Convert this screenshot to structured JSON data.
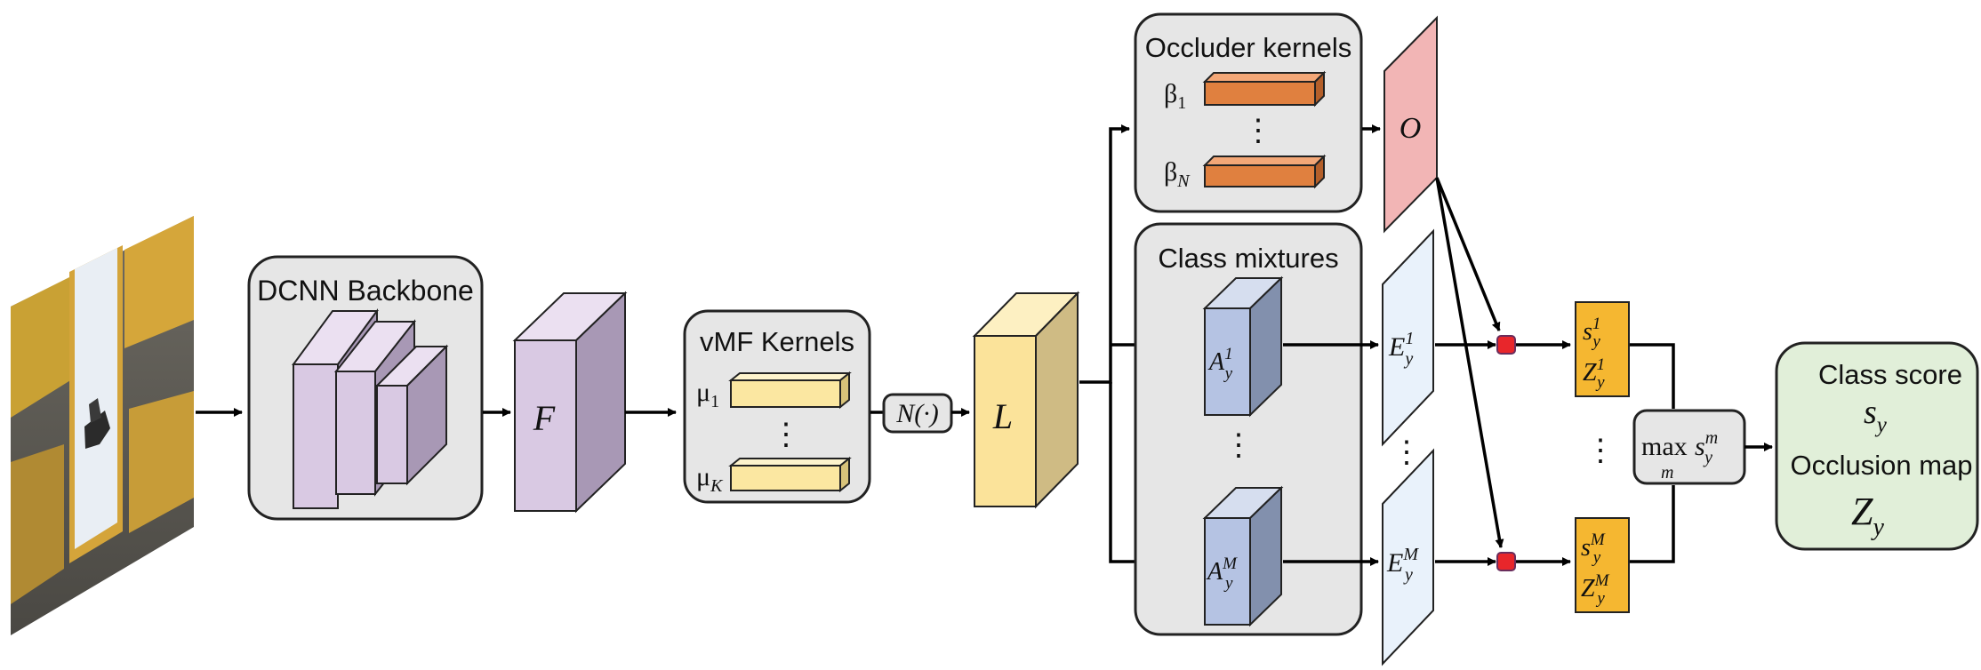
{
  "backbone": {
    "title": "DCNN Backbone"
  },
  "feature_map": {
    "symbol": "F"
  },
  "vmf": {
    "title": "vMF Kernels",
    "kernel_first": "μ",
    "kernel_first_sub": "1",
    "kernel_last": "μ",
    "kernel_last_sub": "K",
    "dots": "⋮"
  },
  "normalize": {
    "label": "N(·)"
  },
  "likelihood": {
    "symbol": "L"
  },
  "occluder": {
    "title": "Occluder kernels",
    "kernel_first": "β",
    "kernel_first_sub": "1",
    "kernel_last": "β",
    "kernel_last_sub": "N",
    "dots": "⋮",
    "output": "O"
  },
  "class_mixtures": {
    "title": "Class mixtures",
    "first": {
      "symbol": "A",
      "sub": "y",
      "sup": "1"
    },
    "last": {
      "symbol": "A",
      "sub": "y",
      "sup": "M"
    },
    "dots": "⋮"
  },
  "expectations": {
    "first": {
      "symbol": "E",
      "sub": "y",
      "sup": "1"
    },
    "last": {
      "symbol": "E",
      "sub": "y",
      "sup": "M"
    },
    "dots": "⋮"
  },
  "scores": {
    "first_s": {
      "symbol": "s",
      "sub": "y",
      "sup": "1"
    },
    "first_z": {
      "symbol": "Z",
      "sub": "y",
      "sup": "1"
    },
    "last_s": {
      "symbol": "s",
      "sub": "y",
      "sup": "M"
    },
    "last_z": {
      "symbol": "Z",
      "sub": "y",
      "sup": "M"
    },
    "dots": "⋮"
  },
  "max_box": {
    "op": "max",
    "op_sub": "m",
    "symbol": "s",
    "sub": "y",
    "sup": "m"
  },
  "output": {
    "class_score_label": "Class score",
    "class_score_symbol": "s",
    "class_score_sub": "y",
    "occlusion_label": "Occlusion map",
    "occlusion_symbol": "Z",
    "occlusion_sub": "y"
  },
  "colors": {
    "backbone_cube": "#d9c9e3",
    "vmf_kernel": "#fbe7a1",
    "likelihood": "#fbe39a",
    "occluder_kernel": "#e0803f",
    "occlusion_panel": "#f2b5b5",
    "class_mixture": "#b5c3e3",
    "expectation_panel": "#e9f2fb",
    "score_box": "#f5b731",
    "combine_dot": "#e8262b",
    "output_box": "#e1efd9"
  }
}
